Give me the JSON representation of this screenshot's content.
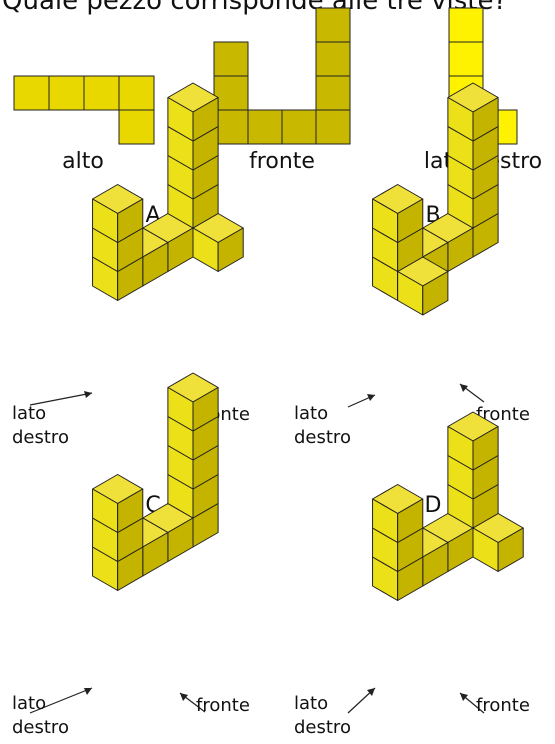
{
  "header_text": "Quale pezzo corrisponde alle tre viste?",
  "views": [
    {
      "id": "top",
      "label": "alto",
      "fill": "#e8d800"
    },
    {
      "id": "front",
      "label": "fronte",
      "fill": "#c8b800"
    },
    {
      "id": "right",
      "label": "lato destro",
      "fill": "#fff200"
    }
  ],
  "options": [
    {
      "letter": "A",
      "label_right": "lato destro",
      "label_front": "fronte"
    },
    {
      "letter": "B",
      "label_right": "lato destro",
      "label_front": "fronte"
    },
    {
      "letter": "C",
      "label_right": "lato destro",
      "label_front": "fronte"
    },
    {
      "letter": "D",
      "label_right": "lato destro",
      "label_front": "fronte"
    }
  ],
  "colors": {
    "cube_top": "#f0e03a",
    "cube_left": "#ece018",
    "cube_right": "#c4b400",
    "stroke": "#222222"
  }
}
